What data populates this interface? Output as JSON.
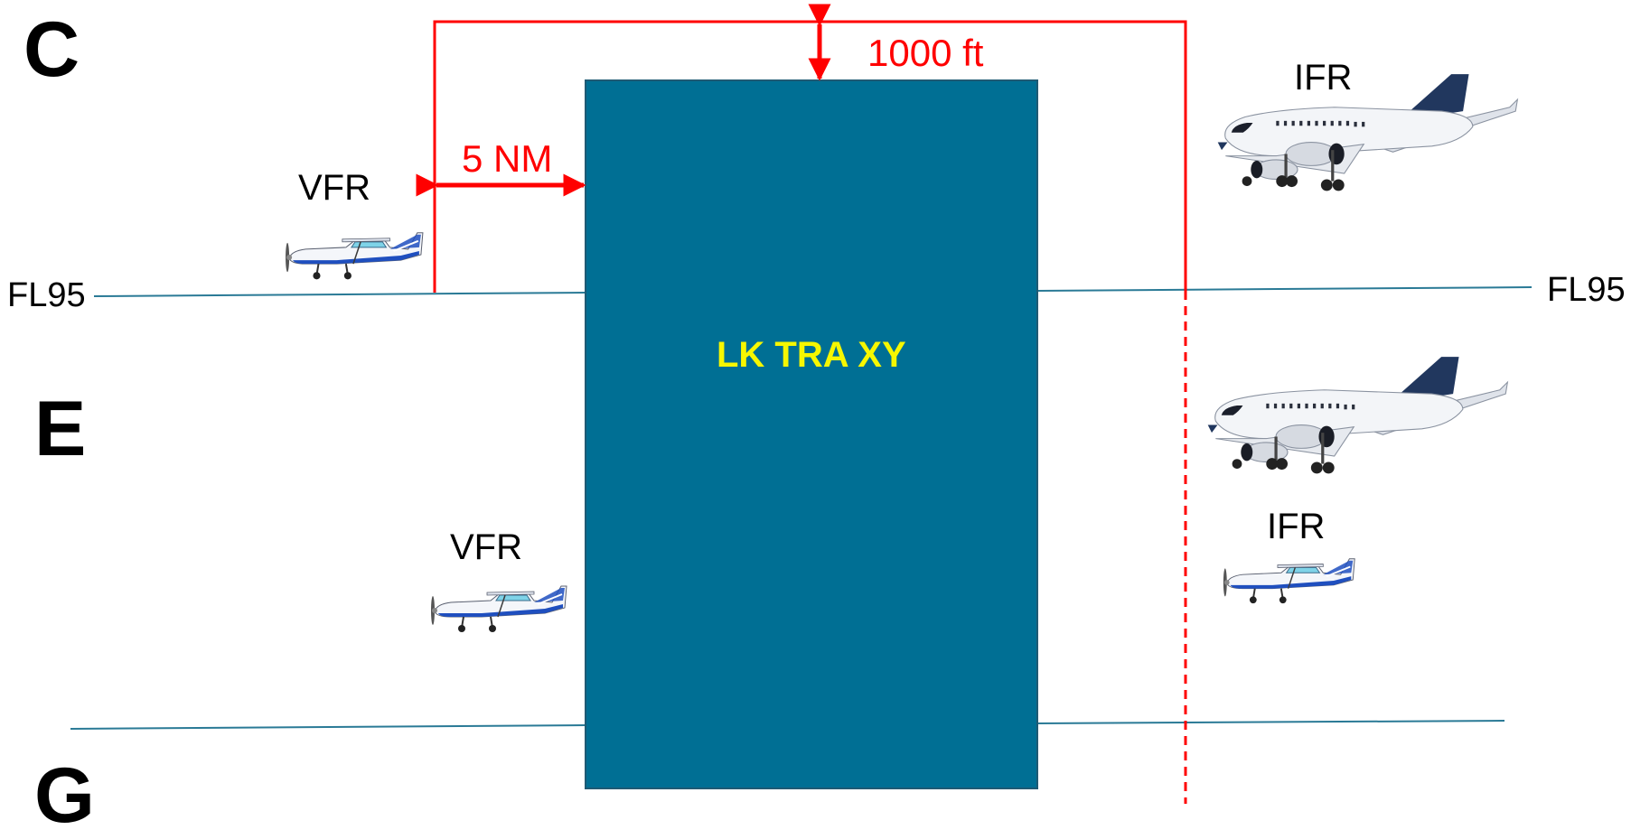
{
  "airspace_classes": {
    "upper": "C",
    "middle": "E",
    "lower": "G"
  },
  "flight_level_label": "FL95",
  "zone": {
    "name": "LK TRA XY",
    "fill_color": "#006f94"
  },
  "buffers": {
    "horizontal": "5 NM",
    "vertical": "1000 ft",
    "color": "#ff0000"
  },
  "traffic": {
    "vfr_upper": "VFR",
    "vfr_lower": "VFR",
    "ifr_upper": "IFR",
    "ifr_lower": "IFR"
  },
  "icons": {
    "light_aircraft": "small-plane-icon",
    "airliner": "jet-airliner-icon"
  },
  "colors": {
    "level_line": "#2a7a96",
    "zone_label": "#f7f700"
  }
}
